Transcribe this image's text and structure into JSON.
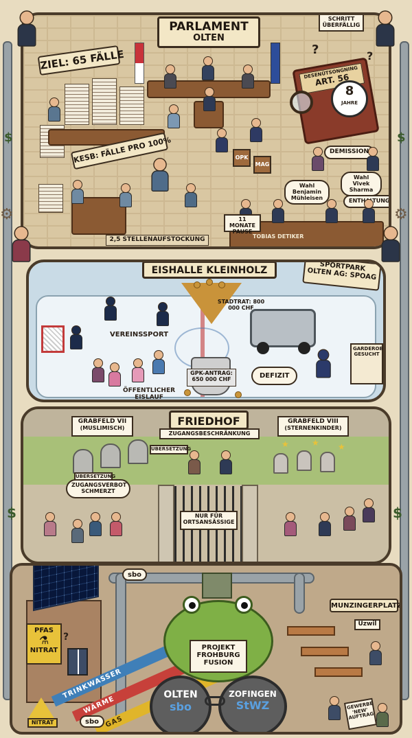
{
  "parliament": {
    "title_line1": "PARLAMENT",
    "title_line2": "OLTEN",
    "note_overdue": "SCHRITT ÜBERFÄLLIG",
    "goal": "ZIEL: 65 FÄLLE",
    "kesb": "KESB: FÄLLE PRO 100%",
    "book_title": "DESENÜTSONGNING",
    "book_article": "ART. 56",
    "clock_value": "8",
    "clock_unit": "JAHRE",
    "staff_increase": "2,5 STELLENAUFSTOCKUNG",
    "chair_opk": "OPK",
    "chair_mag": "MAG",
    "resignation": "DEMISSION",
    "vote_vivek": "Wahl Vivek Sharma",
    "vote_benjamin": "Wahl Benjamin Mühleisen",
    "abstention": "ENTHALTUNG",
    "pause": "11 MONATE PAUSE",
    "name_tobias": "TOBIAS DETIKER"
  },
  "rink": {
    "title": "EISHALLE KLEINHOLZ",
    "sportpark": "SPORTPARK OLTEN AG: SPOAG",
    "stadtrat": "STADTRAT: 800 000 CHF",
    "club_sport": "VEREINSSPORT",
    "public_skating": "ÖFFENTLICHER EISLAUF",
    "gpk": "GPK-ANTRAG: 650 000 CHF",
    "deficit": "DEFIZIT",
    "wardrobe": "GARDEROBE GESUCHT"
  },
  "cemetery": {
    "title": "FRIEDHOF",
    "field7_name": "GRABFELD VII",
    "field7_sub": "(MUSLIMISCH)",
    "access_restriction": "ZUGANGSBESCHRÄNKUNG",
    "field8_name": "GRABFELD VIII",
    "field8_sub": "(STERNENKINDER)",
    "translation_1": "ÜBERSETZUNG",
    "translation_2": "ÜBERSETZUNG",
    "ban_hurts": "ZUGANGSVERBOT SCHMERZT",
    "locals_only": "NUR FÜR ORTSANSÄSSIGE"
  },
  "infra": {
    "pfas": "PFAS",
    "nitrate": "NITRAT",
    "nitrate_sign": "NITRAT",
    "water": "TRINKWASSER",
    "heat": "WÄRME",
    "gas": "GAS",
    "sbo_top": "sbo",
    "sbo_bottom": "sbo",
    "project_line1": "PROJEKT",
    "project_line2": "FROHBURG",
    "project_line3": "FUSION",
    "olten_name": "OLTEN",
    "olten_utility": "sbo",
    "zofingen_name": "ZOFINGEN",
    "zofingen_utility": "StWZ",
    "square": "MUNZINGERPLATZ",
    "uzwil": "Uzwil",
    "trade_order": "GEWERBE 'NEW' AUFTRAG"
  },
  "icons": {
    "dollar": "$",
    "question": "?"
  },
  "colors": {
    "water": "#3f7fb8",
    "heat": "#c7403a",
    "gas": "#e0b52a",
    "frog": "#7fb046",
    "ice": "#eef4f8"
  }
}
